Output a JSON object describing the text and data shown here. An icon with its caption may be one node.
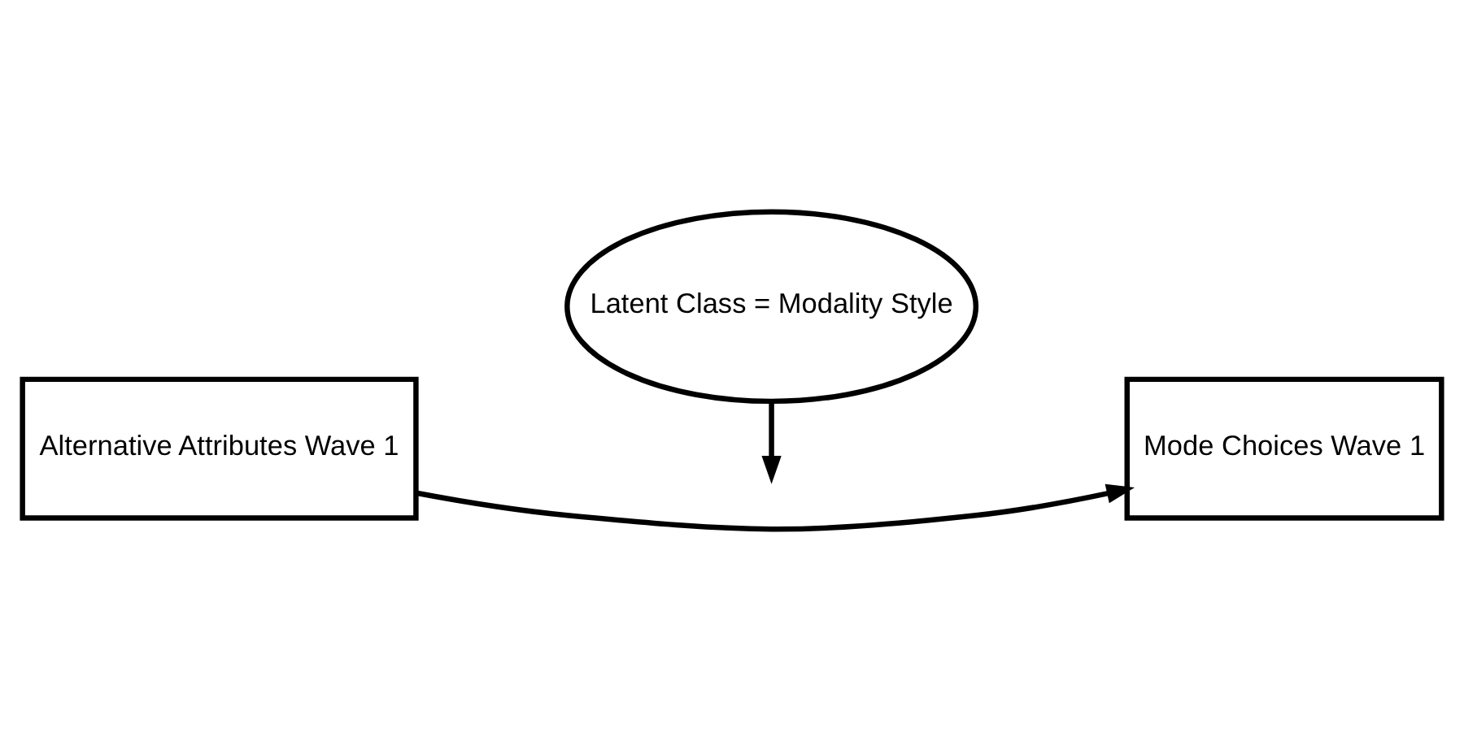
{
  "diagram": {
    "nodes": [
      {
        "text": [
          "Latent Class = Modality Style"
        ]
      },
      {
        "text": [
          "Alternative Attributes Wave 1"
        ]
      },
      {
        "text": [
          "Mode Choices Wave 1"
        ]
      }
    ],
    "edges": [
      {
        "from": 1,
        "to": 2,
        "arrow": "to"
      },
      {
        "from": 0,
        "to": null,
        "arrow": "to"
      }
    ]
  }
}
